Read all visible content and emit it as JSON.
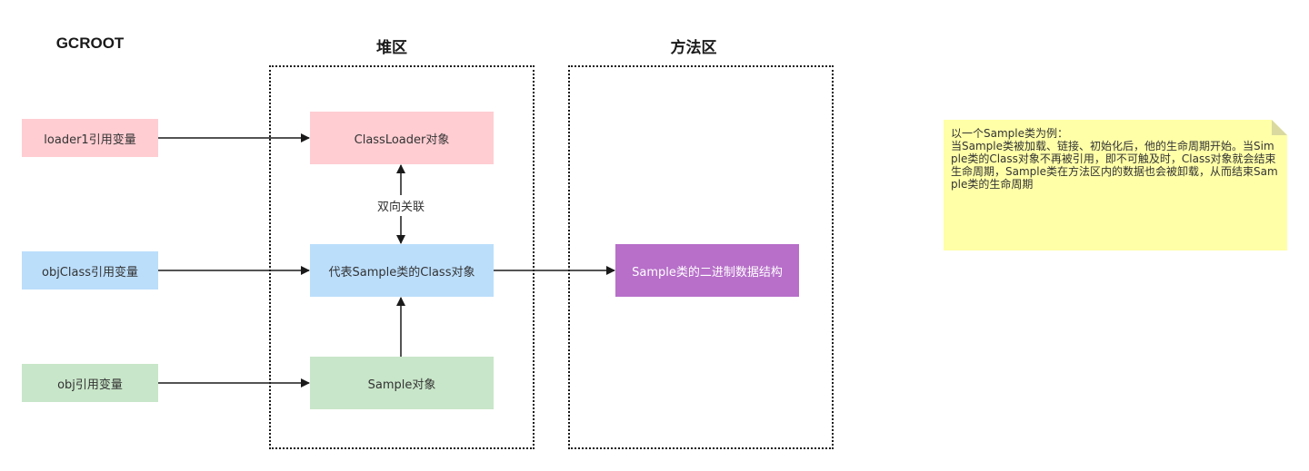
{
  "headings": {
    "gcroot": "GCROOT",
    "heap": "堆区",
    "method_area": "方法区"
  },
  "refs": {
    "loader": "loader1引用变量",
    "objclass": "objClass引用变量",
    "obj": "obj引用变量"
  },
  "heap_objects": {
    "classloader": "ClassLoader对象",
    "class_object": "代表Sample类的Class对象",
    "sample": "Sample对象"
  },
  "method_area_objects": {
    "binary": "Sample类的二进制数据结构"
  },
  "edge_labels": {
    "bidirectional": "双向关联"
  },
  "note": {
    "text": "以一个Sample类为例：\n当Sample类被加载、链接、初始化后，他的生命周期开始。当Simple类的Class对象不再被引用，即不可触及时，Class对象就会结束生命周期，Sample类在方法区内的数据也会被卸载，从而结束Sample类的生命周期"
  },
  "colors": {
    "pink": "#ffcdd2",
    "blue": "#bbdefb",
    "green": "#c8e6c9",
    "purple": "#b76fc9",
    "note_yellow": "#ffffa8"
  }
}
